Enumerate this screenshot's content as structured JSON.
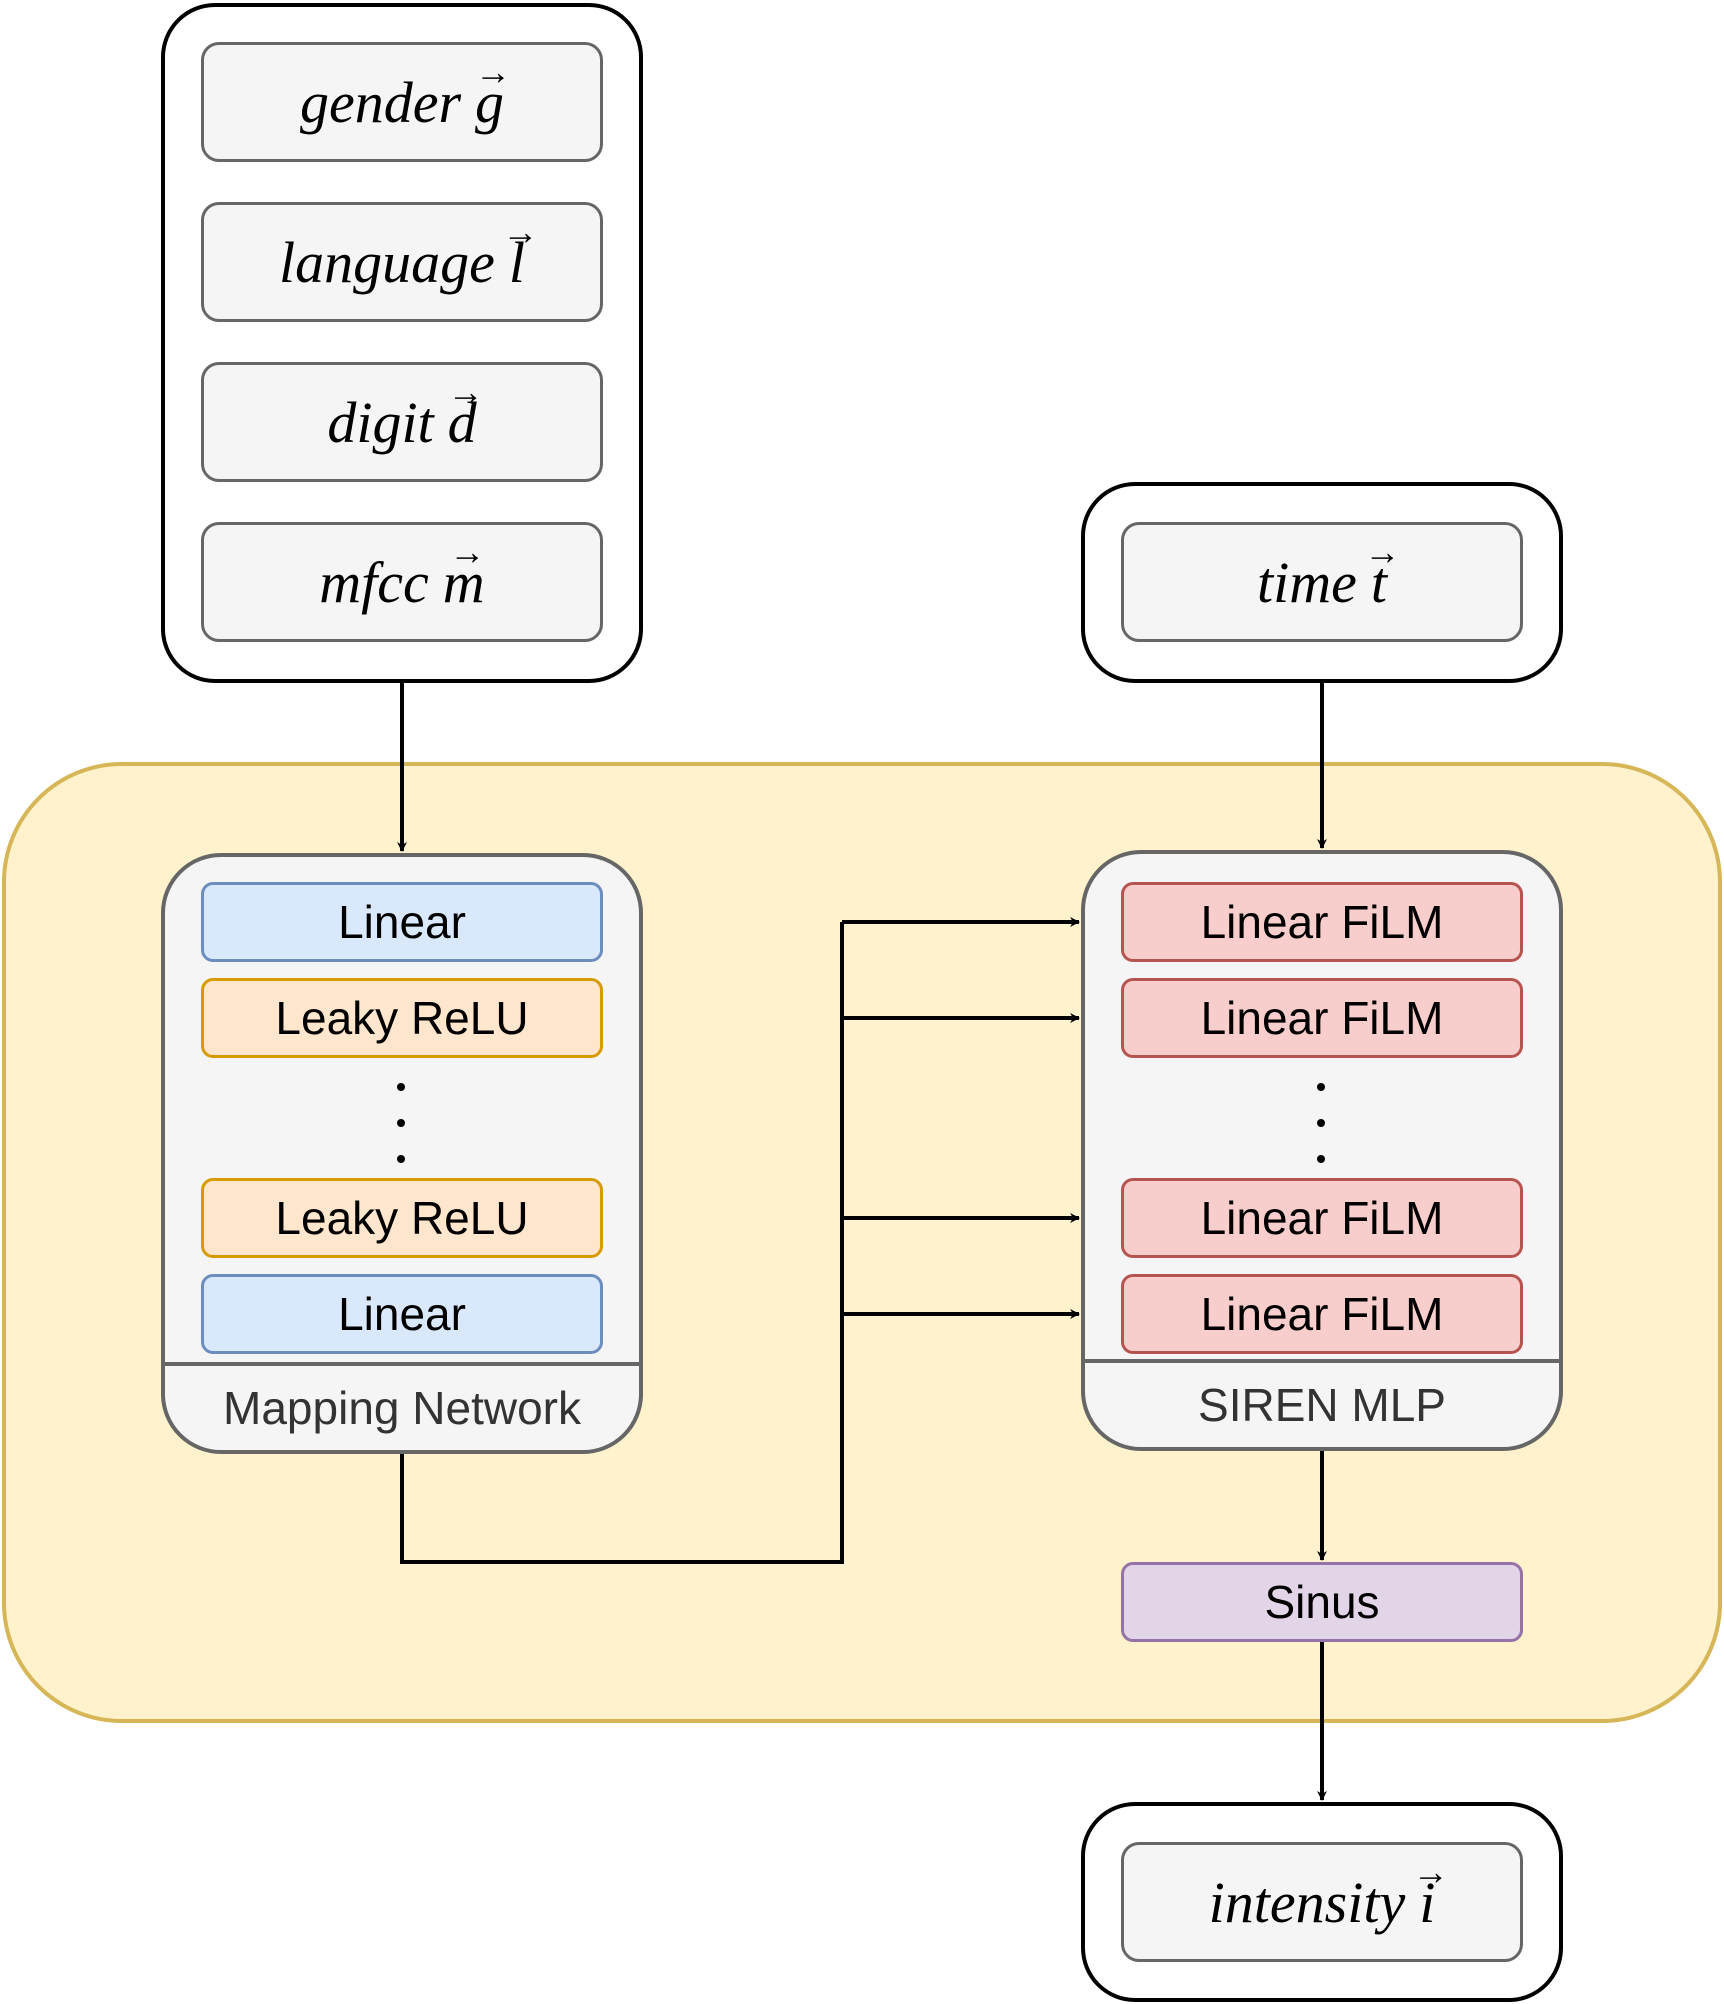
{
  "inputs": {
    "gender": {
      "word": "gender",
      "symbol": "g"
    },
    "language": {
      "word": "language",
      "symbol": "l"
    },
    "digit": {
      "word": "digit",
      "symbol": "d"
    },
    "mfcc": {
      "word": "mfcc",
      "symbol": "m"
    }
  },
  "time": {
    "word": "time",
    "symbol": "t"
  },
  "output": {
    "word": "intensity",
    "symbol": "i"
  },
  "mapping_network": {
    "label": "Mapping Network",
    "layers": [
      "Linear",
      "Leaky ReLU",
      "Leaky ReLU",
      "Linear"
    ]
  },
  "siren_mlp": {
    "label": "SIREN MLP",
    "layers": [
      "Linear FiLM",
      "Linear FiLM",
      "Linear FiLM",
      "Linear FiLM"
    ]
  },
  "activation": {
    "label": "Sinus"
  }
}
